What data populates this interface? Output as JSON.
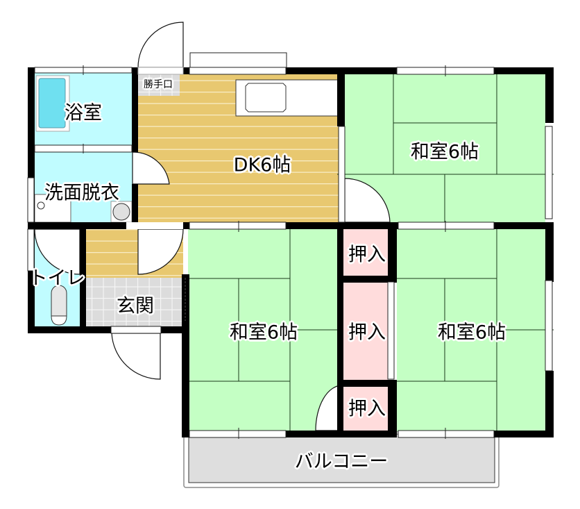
{
  "plan": {
    "colors": {
      "wall": "#000000",
      "tatami": "#c4ffc4",
      "wood_floor": "#e8c870",
      "wet_area": "#c0fcff",
      "closet": "#ffdcdc",
      "tile": "#dcdcdc",
      "balcony": "#dedede",
      "door_swing": "#ffffff"
    },
    "rooms": {
      "bathroom": "浴室",
      "washroom": "洗面脱衣",
      "toilet": "トイレ",
      "entrance": "玄関",
      "dk": "DK6帖",
      "back_door": "勝手口",
      "washitsu_north": "和室6帖",
      "washitsu_southwest": "和室6帖",
      "washitsu_southeast": "和室6帖",
      "closet_1": "押入",
      "closet_2": "押入",
      "closet_3": "押入",
      "balcony": "バルコニー"
    }
  }
}
